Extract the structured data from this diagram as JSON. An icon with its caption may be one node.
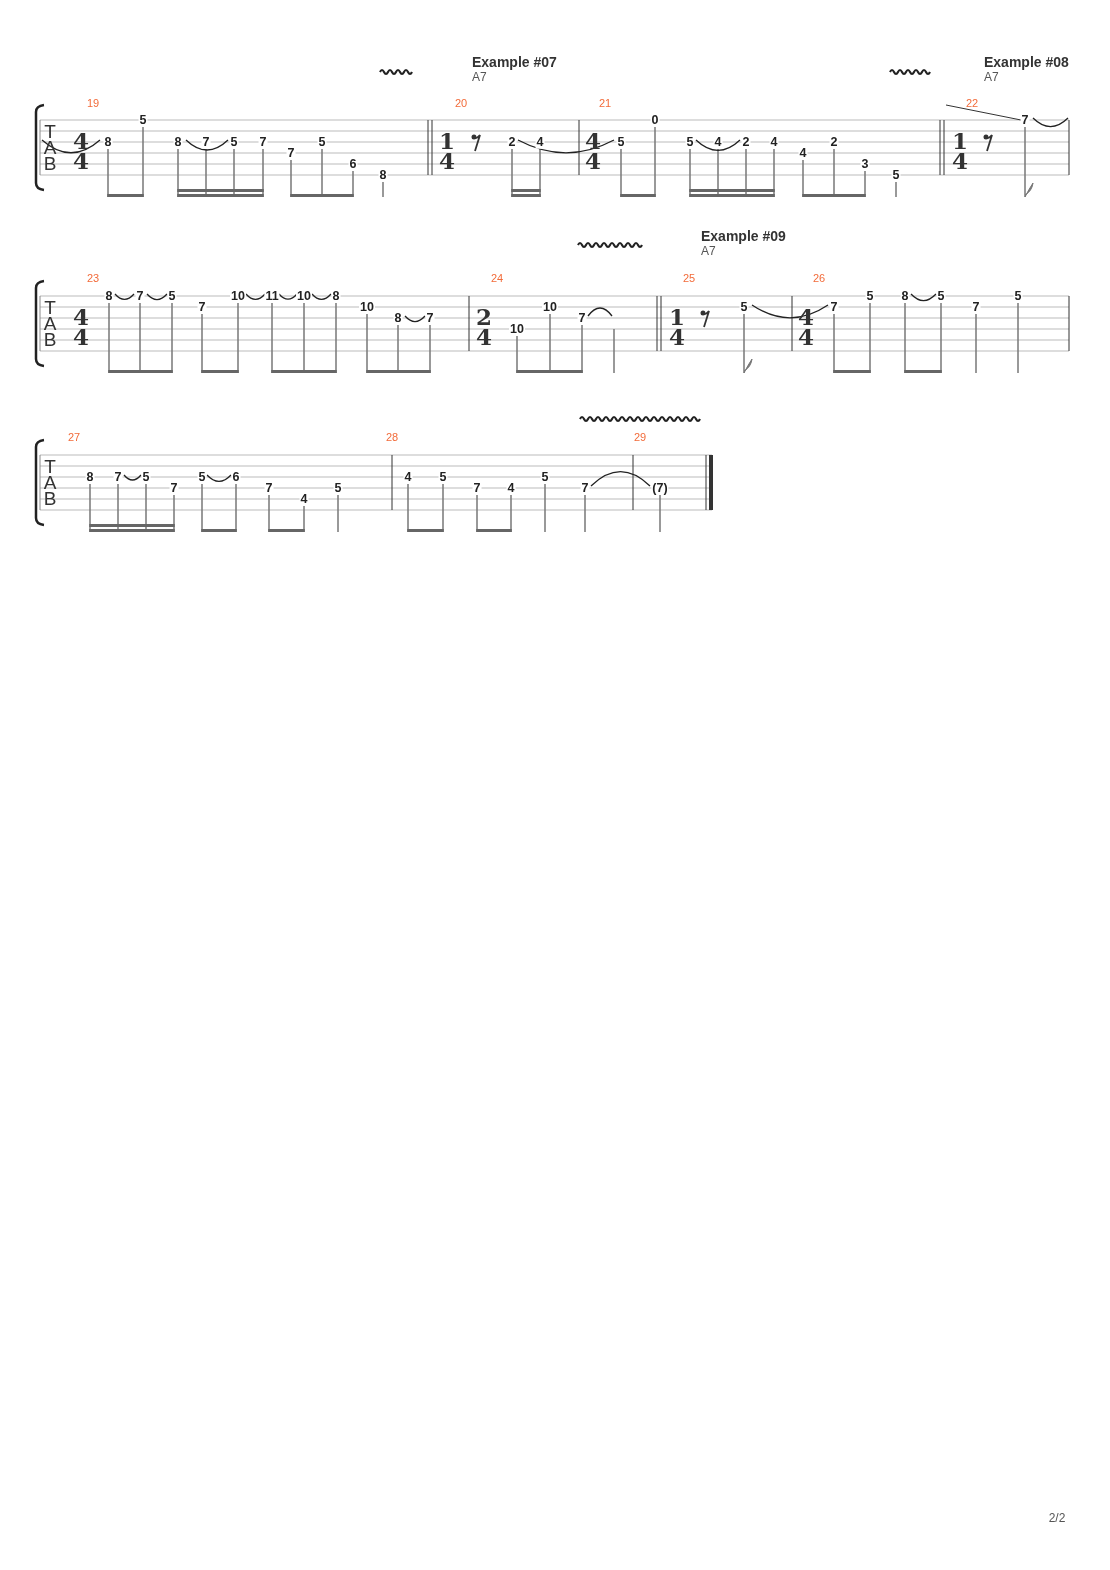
{
  "diagram": {
    "labels": [
      "Example #07",
      "A7",
      "Example #08",
      "A7",
      "19",
      "20",
      "21",
      "22",
      "T",
      "A",
      "B",
      "4",
      "4",
      "8",
      "5",
      "8",
      "7",
      "5",
      "7",
      "7",
      "5",
      "6",
      "8",
      "1",
      "4",
      "2",
      "4",
      "4",
      "4",
      "5",
      "0",
      "5",
      "4",
      "2",
      "4",
      "4",
      "2",
      "3",
      "5",
      "1",
      "4",
      "7",
      "Example #09",
      "A7",
      "23",
      "24",
      "25",
      "26",
      "T",
      "A",
      "B",
      "4",
      "4",
      "8",
      "7",
      "5",
      "7",
      "10",
      "11",
      "10",
      "8",
      "10",
      "8",
      "7",
      "2",
      "4",
      "10",
      "10",
      "7",
      "1",
      "4",
      "5",
      "4",
      "4",
      "7",
      "5",
      "8",
      "5",
      "7",
      "5",
      "27",
      "28",
      "29",
      "T",
      "A",
      "B",
      "8",
      "7",
      "5",
      "7",
      "5",
      "6",
      "7",
      "4",
      "5",
      "4",
      "5",
      "7",
      "4",
      "5",
      "7",
      "(7)",
      "2/2"
    ]
  }
}
